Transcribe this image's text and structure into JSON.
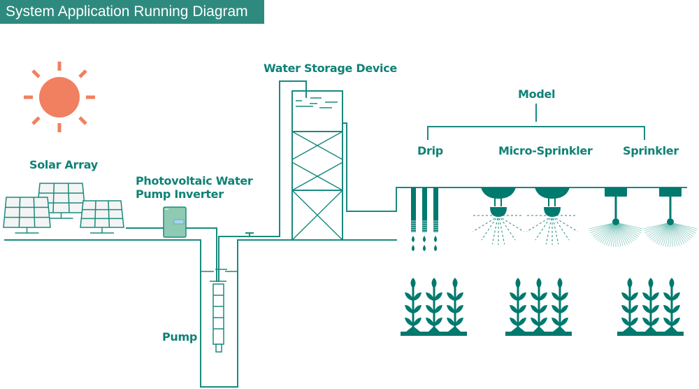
{
  "title": "System Application Running Diagram",
  "labels": {
    "solar_array": "Solar Array",
    "inverter_line1": "Photovoltaic Water",
    "inverter_line2": "Pump Inverter",
    "water_storage": "Water Storage Device",
    "pump": "Pump",
    "model": "Model",
    "drip": "Drip",
    "micro_sprinkler": "Micro-Sprinkler",
    "sprinkler": "Sprinkler"
  },
  "colors": {
    "teal": "#1a8a7e",
    "dark_teal": "#00796e",
    "sun": "#f08060",
    "inverter": "#8fcab4",
    "title_bg": "#2e8a7f"
  }
}
